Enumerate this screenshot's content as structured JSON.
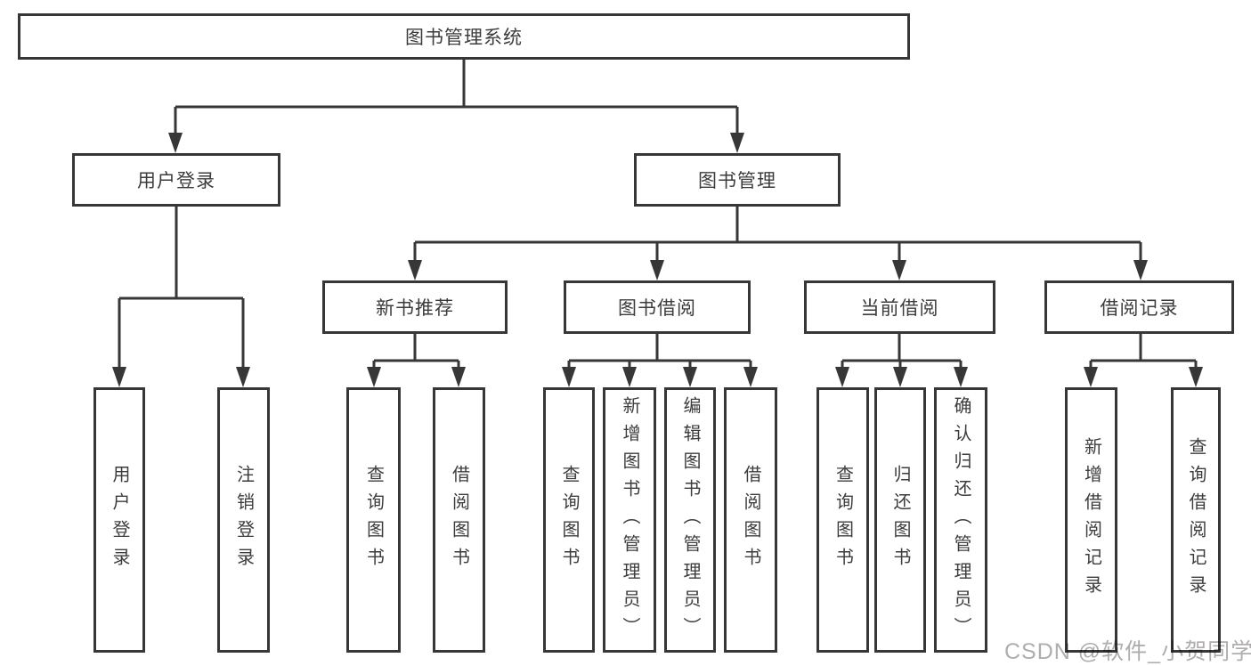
{
  "tree": {
    "label": "图书管理系统",
    "children": [
      {
        "label": "用户登录",
        "children": [
          {
            "label": "用户登录"
          },
          {
            "label": "注销登录"
          }
        ]
      },
      {
        "label": "图书管理",
        "children": [
          {
            "label": "新书推荐",
            "children": [
              {
                "label": "查询图书"
              },
              {
                "label": "借阅图书"
              }
            ]
          },
          {
            "label": "图书借阅",
            "children": [
              {
                "label": "查询图书"
              },
              {
                "label": "新增图书（管理员）"
              },
              {
                "label": "编辑图书（管理员）"
              },
              {
                "label": "借阅图书"
              }
            ]
          },
          {
            "label": "当前借阅",
            "children": [
              {
                "label": "查询图书"
              },
              {
                "label": "归还图书"
              },
              {
                "label": "确认归还（管理员）"
              }
            ]
          },
          {
            "label": "借阅记录",
            "children": [
              {
                "label": "新增借阅记录"
              },
              {
                "label": "查询借阅记录"
              }
            ]
          }
        ]
      }
    ]
  },
  "line_color": "#373737",
  "watermark": "CSDN @软件_小贺同学"
}
